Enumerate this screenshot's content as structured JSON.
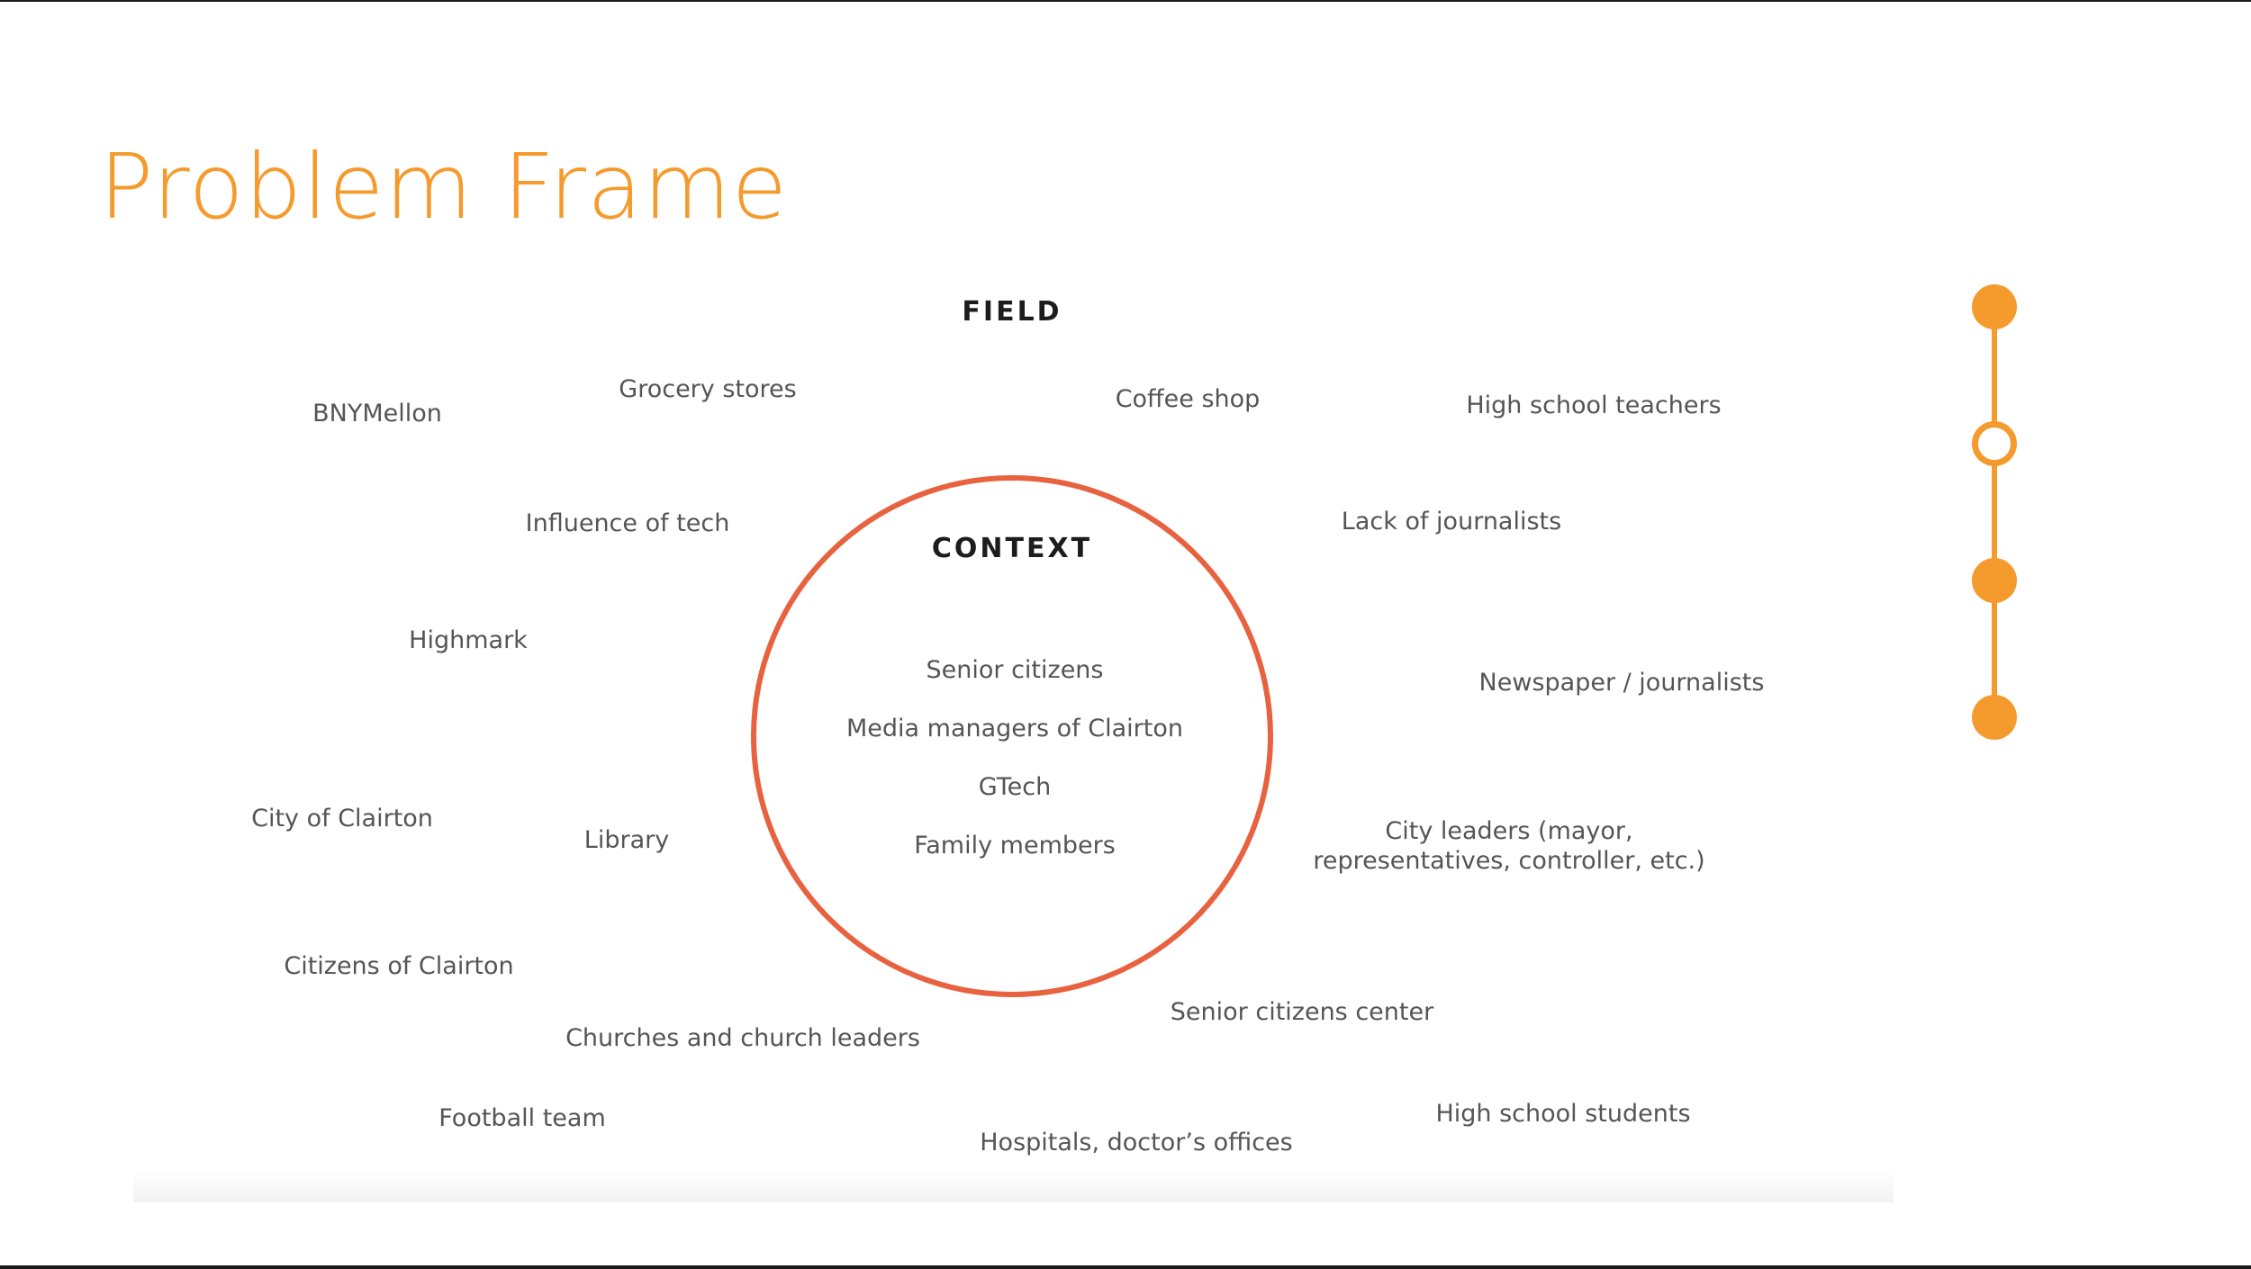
{
  "slide": {
    "title": "Problem Frame",
    "accent_color": "#f59a2d",
    "circle_color": "#e8623f"
  },
  "field": {
    "heading": "FIELD",
    "items": [
      {
        "id": "bnymellon",
        "label": "BNYMellon"
      },
      {
        "id": "grocery-stores",
        "label": "Grocery stores"
      },
      {
        "id": "coffee-shop",
        "label": "Coffee shop"
      },
      {
        "id": "high-school-teachers",
        "label": "High school teachers"
      },
      {
        "id": "influence-of-tech",
        "label": "Influence of tech"
      },
      {
        "id": "lack-of-journalists",
        "label": "Lack of journalists"
      },
      {
        "id": "highmark",
        "label": "Highmark"
      },
      {
        "id": "newspaper-journalists",
        "label": "Newspaper / journalists"
      },
      {
        "id": "city-of-clairton",
        "label": "City of Clairton"
      },
      {
        "id": "library",
        "label": "Library"
      },
      {
        "id": "city-leaders",
        "label": "City leaders (mayor,\nrepresentatives, controller, etc.)"
      },
      {
        "id": "citizens-of-clairton",
        "label": "Citizens of Clairton"
      },
      {
        "id": "senior-citizens-center",
        "label": "Senior citizens center"
      },
      {
        "id": "churches",
        "label": "Churches and church leaders"
      },
      {
        "id": "football-team",
        "label": "Football team"
      },
      {
        "id": "high-school-students",
        "label": "High school students"
      },
      {
        "id": "hospitals",
        "label": "Hospitals, doctor’s offices"
      }
    ]
  },
  "context": {
    "heading": "CONTEXT",
    "items": [
      {
        "id": "senior-citizens",
        "label": "Senior citizens"
      },
      {
        "id": "media-managers",
        "label": "Media managers of Clairton"
      },
      {
        "id": "gtech",
        "label": "GTech"
      },
      {
        "id": "family-members",
        "label": "Family members"
      }
    ]
  },
  "progress": {
    "steps": [
      {
        "state": "filled"
      },
      {
        "state": "hollow"
      },
      {
        "state": "filled"
      },
      {
        "state": "filled"
      }
    ],
    "current_step": 2
  }
}
